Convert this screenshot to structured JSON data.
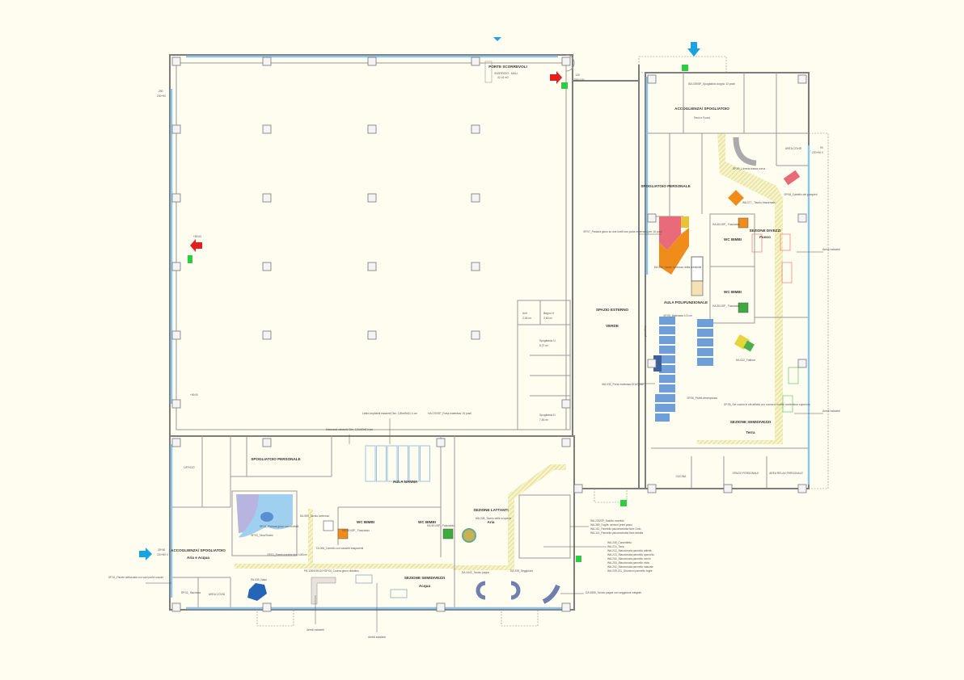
{
  "colors": {
    "background": "#fffdf0",
    "wall": "#7d7d7d",
    "window": "#8ec5ea",
    "path_hatch": "#e9e5a0",
    "exit_sign": "#2ecc40",
    "arrow_red": "#e32020",
    "arrow_blue": "#1aa3e0",
    "orange": "#f08c1a",
    "pink": "#e96b7a",
    "blue_mat": "#6f9fd8",
    "green": "#3daa3d"
  },
  "hall": {
    "title": "PORTE SCORREVOLI",
    "subtitle": "INGRESSO - MALL",
    "area": "42,41 m2",
    "door": "120",
    "door_dim": "250+100",
    "level1": "+69,00",
    "level2": "+69,00"
  },
  "right_wing": {
    "accoglienza_title": "ACCOGLIENZA/ SPOGLIATOIO",
    "accoglienza_sub": "Terra e Fuoco",
    "spogliatoio_doppio": "BA.028/SP_Spogliatoio doppio 10 posti",
    "spogliatoio_personale": "SPOGLIATOIO PERSONALE",
    "area_covid": "AREA COVID",
    "libreria": "SP.09_Libreria bassa curva",
    "castello": "SP.08_Castello dei pompieri",
    "tavolo": "WA.077_ Tavolo trasversale",
    "divezzi_title": "SEZIONE DIVEZZI",
    "divezzi_sub": "Fuoco",
    "wc1": "WC BIMBI",
    "wc2": "WC BIMBI",
    "fasciatoio1": "HA.501/SP_ Fasciatoio",
    "fasciatoio2": "HA.501/SP_ Fasciatoio",
    "pedana": "SP.07_Pedana gioco su due livelli con porta materassi per 16 posti",
    "tavolo_luminoso": "DA.556_Tavolo luminoso della creatività",
    "aula": "AULA POLIFUNZIONALE",
    "materassi": "SP.05_Materassi h.5 cm",
    "trattore": "HA.002_Trattore",
    "porta_materassi": "MA.032_Porta materassi 8/16 posti",
    "pareti": "SP.06_Pareti arrampicata",
    "set_cucina": "SP.05_Set cucina in ulti attività con cucina e mobile contenitore superiore",
    "semidivezzi_title": "SEZIONE SEMIDIVEZZI",
    "semidivezzi_sub": "Terra",
    "arredi1": "Arredi esistenti",
    "arredi2": "Arredi esistenti",
    "cucina": "CUCINA",
    "spazio_personale": "SPAZIO PERSONALE",
    "area_relax": "AREA RELAX PERSONALE"
  },
  "middle": {
    "spazio_esterno": "SPAZIO ESTERNO",
    "verde": "VERDE",
    "pensilina": "pensilina",
    "anti": "Anti",
    "anti_area": "2,36 m²",
    "bagno": "Bagno H",
    "bagno_area": "3,60 m²",
    "spog_u": "Spogliatoio U",
    "spog_u_area": "8,27 m²",
    "spog_d": "Spogliatoio D",
    "spog_d_area": "7,84 m²"
  },
  "bottom_wing": {
    "ufficio": "UFFICIO",
    "spogliatoio_personale": "SPOGLIATOIO PERSONALE",
    "materassi": "Materassi esistenti Dim. 121x60x5 h cm",
    "lettini": "Lettini impilabili esistenti Dim. 126x65x31 h cm",
    "porta_materassi": "HA.070/SP_Porta materassi 15 posti",
    "aula_nanna": "AULA NANNA",
    "lattanti_title": "SEZIONE LATTANTI",
    "lattanti_sub": "Aria",
    "tavolo_scoperte": "WA.228_Tavolo delle scoperte",
    "wc1": "WC BIMBI",
    "wc2": "WC BIMBI",
    "fasciatoio1": "HA.501/SP_ Fasciatoio",
    "fasciatoio2": "HA.501/SP_ Fasciatoio",
    "pedana": "SP.02_Pedana gioco con morbidi",
    "tana": "SP.03_Tana/Teatro",
    "pareti": "SP.01_Pareti rivestite fino h.80cm",
    "tavolo_luminoso": "DA.559_Tavolo luminoso",
    "carrello": "TA.006_Carrello con cassetti trasparenti",
    "accoglienza_title": "ACCOGLIENZA/ SPOGLIATOIO",
    "accoglienza_sub": "Aria e Acqua",
    "parete_attrezzata": "SP.01_Parete attrezzata con vani porta cuscini",
    "bacheca": "SP.02_ Bacheca",
    "area_covid": "AREA COVID",
    "nave": "PA.033_Nave",
    "cucina_gioco": "PA.108/109/110+SP.04_Cucina gioco didattico",
    "semidivezzi_title": "SEZIONE SEMIDIVEZZI",
    "semidivezzi_sub": "Acqua",
    "tavolo_pappe": "DA.3442_Tavolo pappe",
    "seggioloni": "DA.339_Seggioloni",
    "tavolo_pappe_integrati": "DA.5555_Tavolo pappe con seggioloni integrati",
    "arredi1": "Arredi esistenti",
    "arredi2": "Arredi esistenti"
  },
  "notes_group1": [
    "WA.233/SP_Salotto morbido",
    "WA.380_Foglie, sensori primi passi",
    "WA.110_Pannello psicomotricità fiore Gufo",
    "WA.114_Pannello psicomotricità fiore farfalla"
  ],
  "notes_group2": [
    "WA.205_Cancelletto",
    "WA.214_Tana",
    "WA.212_Staccionata pannello attività",
    "WA.213_Staccionata pannello specchio",
    "WA.204_Staccionata pannello cerchi",
    "WA.203_Staccionata pannello vista",
    "WA.202_Staccionata pannello naturale",
    "WA.209-211_Giunzioni pannello foglie"
  ],
  "window_labels": {
    "w90": "90",
    "w220": "220+90 V",
    "w250": "250",
    "w230": "230+90",
    "w3050": "30+50",
    "w220b": "220+80 V"
  }
}
